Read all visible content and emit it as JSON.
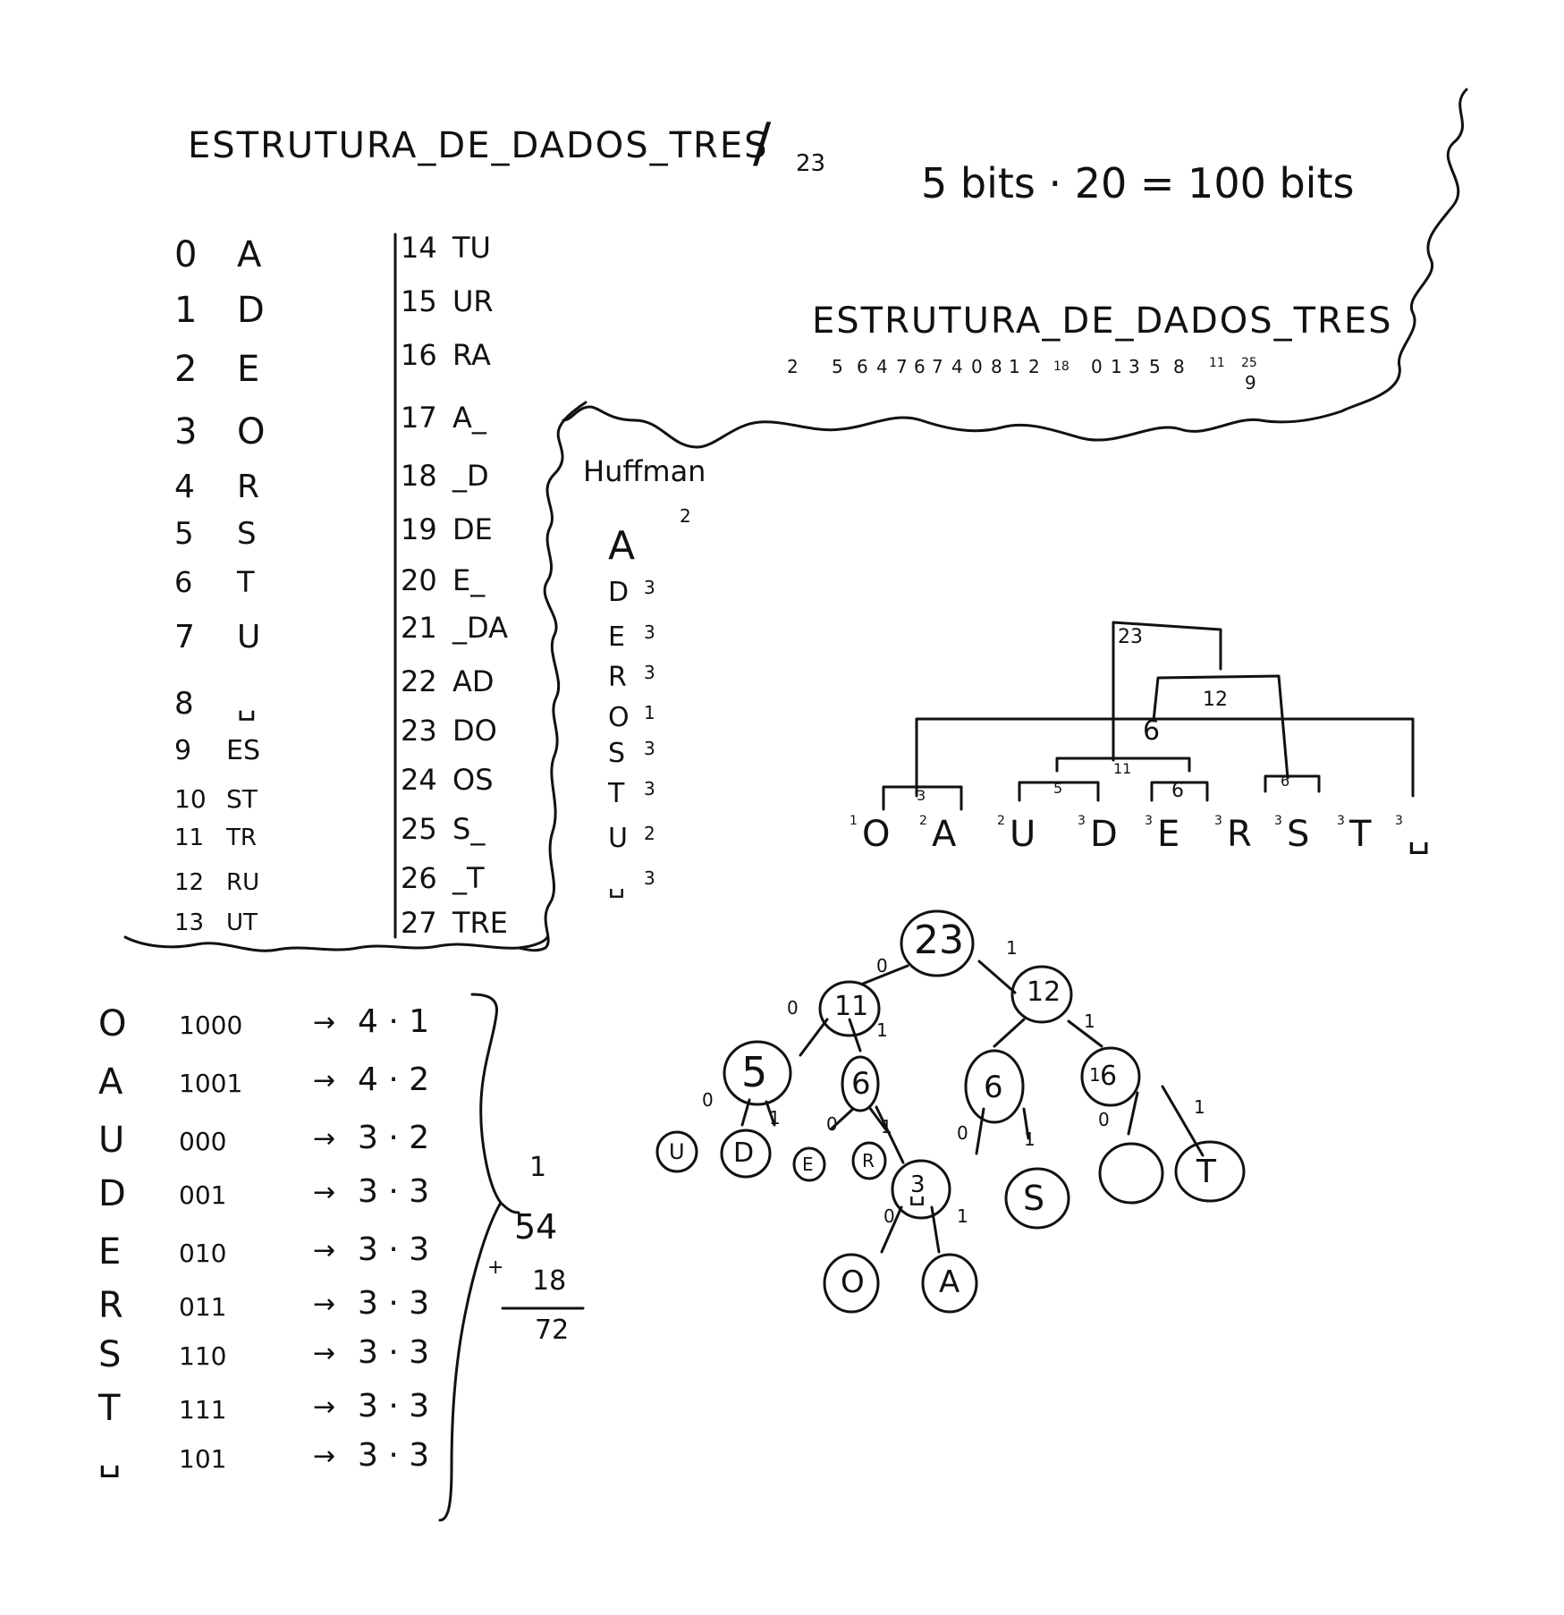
{
  "title": {
    "phrase": "ESTRUTURA_DE_DADOS_TRES",
    "slash": "/",
    "count": "23"
  },
  "bits_note": "5 bits · 20 = 100 bits",
  "lzw_sequence": {
    "phrase": "ESTRUTURA_DE_DADOS_TRES",
    "codes": [
      "2",
      "5",
      "6",
      "4",
      "7",
      "6",
      "7",
      "4",
      "0",
      "8",
      "1",
      "2",
      "18",
      "0",
      "1",
      "3",
      "5",
      "8",
      "11",
      "25",
      "9"
    ]
  },
  "dictionary_left": [
    {
      "code": "0",
      "entry": "A"
    },
    {
      "code": "1",
      "entry": "D"
    },
    {
      "code": "2",
      "entry": "E"
    },
    {
      "code": "3",
      "entry": "O"
    },
    {
      "code": "4",
      "entry": "R"
    },
    {
      "code": "5",
      "entry": "S"
    },
    {
      "code": "6",
      "entry": "T"
    },
    {
      "code": "7",
      "entry": "U"
    },
    {
      "code": "8",
      "entry": "␣"
    },
    {
      "code": "9",
      "entry": "ES"
    },
    {
      "code": "10",
      "entry": "ST"
    },
    {
      "code": "11",
      "entry": "TR"
    },
    {
      "code": "12",
      "entry": "RU"
    },
    {
      "code": "13",
      "entry": "UT"
    }
  ],
  "dictionary_right": [
    {
      "code": "14",
      "entry": "TU"
    },
    {
      "code": "15",
      "entry": "UR"
    },
    {
      "code": "16",
      "entry": "RA"
    },
    {
      "code": "17",
      "entry": "A_"
    },
    {
      "code": "18",
      "entry": "_D"
    },
    {
      "code": "19",
      "entry": "DE"
    },
    {
      "code": "20",
      "entry": "E_"
    },
    {
      "code": "21",
      "entry": "_DA"
    },
    {
      "code": "22",
      "entry": "AD"
    },
    {
      "code": "23",
      "entry": "DO"
    },
    {
      "code": "24",
      "entry": "OS"
    },
    {
      "code": "25",
      "entry": "S_"
    },
    {
      "code": "26",
      "entry": "_T"
    },
    {
      "code": "27",
      "entry": "TRE"
    }
  ],
  "huffman": {
    "title": "Huffman",
    "frequencies": [
      {
        "symbol": "A",
        "count": "2"
      },
      {
        "symbol": "D",
        "count": "3"
      },
      {
        "symbol": "E",
        "count": "3"
      },
      {
        "symbol": "R",
        "count": "3"
      },
      {
        "symbol": "O",
        "count": "1"
      },
      {
        "symbol": "S",
        "count": "3"
      },
      {
        "symbol": "T",
        "count": "3"
      },
      {
        "symbol": "U",
        "count": "2"
      },
      {
        "symbol": "␣",
        "count": "3"
      }
    ]
  },
  "merge_sketch": {
    "sums": [
      "23",
      "12",
      "6",
      "11",
      "3",
      "5",
      "6",
      "6"
    ],
    "leaves": [
      {
        "count": "1",
        "symbol": "O"
      },
      {
        "count": "2",
        "symbol": "A"
      },
      {
        "count": "2",
        "symbol": "U"
      },
      {
        "count": "3",
        "symbol": "D"
      },
      {
        "count": "3",
        "symbol": "E"
      },
      {
        "count": "3",
        "symbol": "R"
      },
      {
        "count": "3",
        "symbol": "S"
      },
      {
        "count": "3",
        "symbol": "T"
      },
      {
        "count": "3",
        "symbol": "␣"
      }
    ]
  },
  "tree": {
    "nodes": {
      "root": "23",
      "n11": "11",
      "n12": "12",
      "n5": "5",
      "n6a": "6",
      "n6b": "6",
      "n6c": "6",
      "n3": "3",
      "U": "U",
      "D": "D",
      "E": "E",
      "R": "R",
      "space": "␣",
      "S": "S",
      "T": "T",
      "O": "O",
      "A": "A"
    },
    "edge_zero": "0",
    "edge_one": "1"
  },
  "codes_table": [
    {
      "symbol": "O",
      "code": "1000",
      "calc": "4 · 1"
    },
    {
      "symbol": "A",
      "code": "1001",
      "calc": "4 · 2"
    },
    {
      "symbol": "U",
      "code": "000",
      "calc": "3 · 2"
    },
    {
      "symbol": "D",
      "code": "001",
      "calc": "3 · 3"
    },
    {
      "symbol": "E",
      "code": "010",
      "calc": "3 · 3"
    },
    {
      "symbol": "R",
      "code": "011",
      "calc": "3 · 3"
    },
    {
      "symbol": "S",
      "code": "110",
      "calc": "3 · 3"
    },
    {
      "symbol": "T",
      "code": "111",
      "calc": "3 · 3"
    },
    {
      "symbol": "␣",
      "code": "101",
      "calc": "3 · 3"
    }
  ],
  "sum": {
    "carry": "1",
    "a": "54",
    "plus": "+",
    "b": "18",
    "total": "72"
  }
}
